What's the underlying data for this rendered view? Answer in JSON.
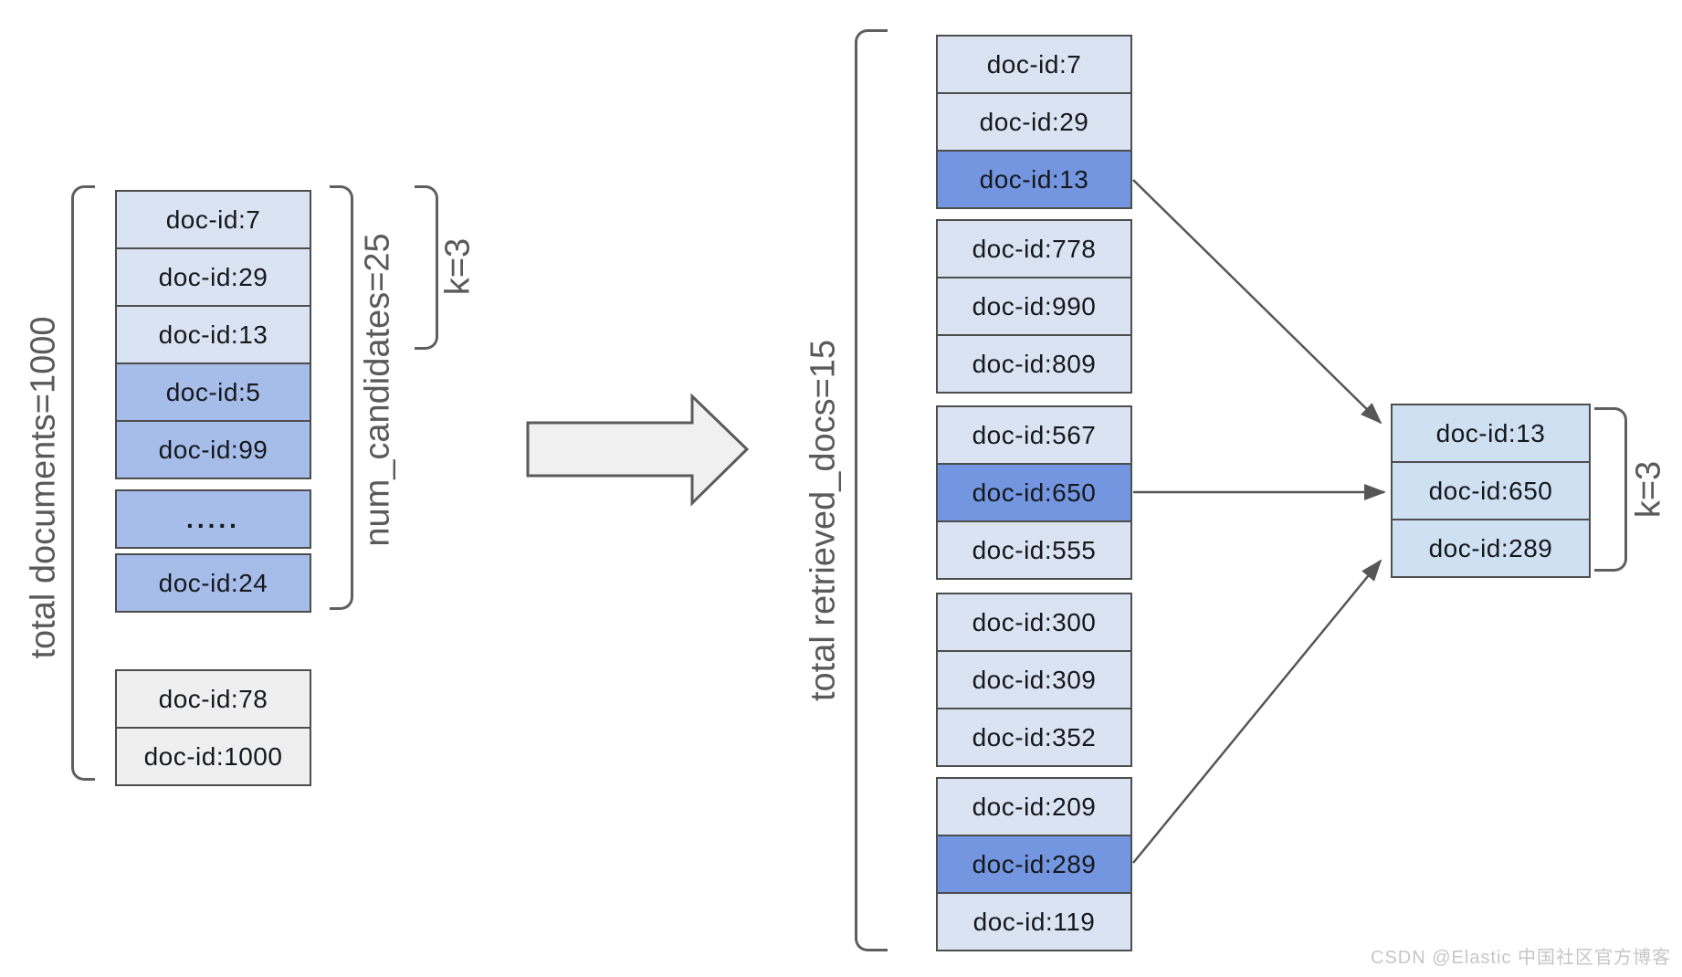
{
  "labels": {
    "total_documents": "total documents=1000",
    "num_candidates": "num_candidates=25",
    "k_left": "k=3",
    "total_retrieved": "total retrieved_docs=15",
    "k_right": "k=3"
  },
  "left_column": {
    "candidates_top": [
      {
        "id": "doc-id:7",
        "style": "light"
      },
      {
        "id": "doc-id:29",
        "style": "light"
      },
      {
        "id": "doc-id:13",
        "style": "light"
      },
      {
        "id": "doc-id:5",
        "style": "medium"
      },
      {
        "id": "doc-id:99",
        "style": "medium"
      }
    ],
    "candidates_dots": [
      {
        "id": ".....",
        "style": "medium dots"
      }
    ],
    "candidates_last": [
      {
        "id": "doc-id:24",
        "style": "medium"
      }
    ],
    "other_docs": [
      {
        "id": "doc-id:78",
        "style": "gray"
      },
      {
        "id": "doc-id:1000",
        "style": "gray"
      }
    ]
  },
  "retrieved": {
    "groups": [
      {
        "items": [
          {
            "id": "doc-id:7",
            "style": "light"
          },
          {
            "id": "doc-id:29",
            "style": "light"
          },
          {
            "id": "doc-id:13",
            "style": "highlight"
          }
        ]
      },
      {
        "items": [
          {
            "id": "doc-id:778",
            "style": "light"
          },
          {
            "id": "doc-id:990",
            "style": "light"
          },
          {
            "id": "doc-id:809",
            "style": "light"
          }
        ]
      },
      {
        "items": [
          {
            "id": "doc-id:567",
            "style": "light"
          },
          {
            "id": "doc-id:650",
            "style": "highlight"
          },
          {
            "id": "doc-id:555",
            "style": "light"
          }
        ]
      },
      {
        "items": [
          {
            "id": "doc-id:300",
            "style": "light"
          },
          {
            "id": "doc-id:309",
            "style": "light"
          },
          {
            "id": "doc-id:352",
            "style": "light"
          }
        ]
      },
      {
        "items": [
          {
            "id": "doc-id:209",
            "style": "light"
          },
          {
            "id": "doc-id:289",
            "style": "highlight"
          },
          {
            "id": "doc-id:119",
            "style": "light"
          }
        ]
      }
    ]
  },
  "result": {
    "items": [
      {
        "id": "doc-id:13",
        "style": "result"
      },
      {
        "id": "doc-id:650",
        "style": "result"
      },
      {
        "id": "doc-id:289",
        "style": "result"
      }
    ]
  },
  "watermark": "CSDN @Elastic 中国社区官方博客",
  "colors": {
    "box_light": "#dae3f1",
    "box_medium": "#a6bce9",
    "box_highlight": "#7496e0",
    "box_gray": "#efefef",
    "box_result": "#cfe0f2",
    "border": "#4d4d4d",
    "bracket": "#5f5f5f",
    "label_text": "#5a5a5a",
    "big_arrow_fill": "#f0f0f0",
    "watermark_text": "#c6c6c6"
  }
}
